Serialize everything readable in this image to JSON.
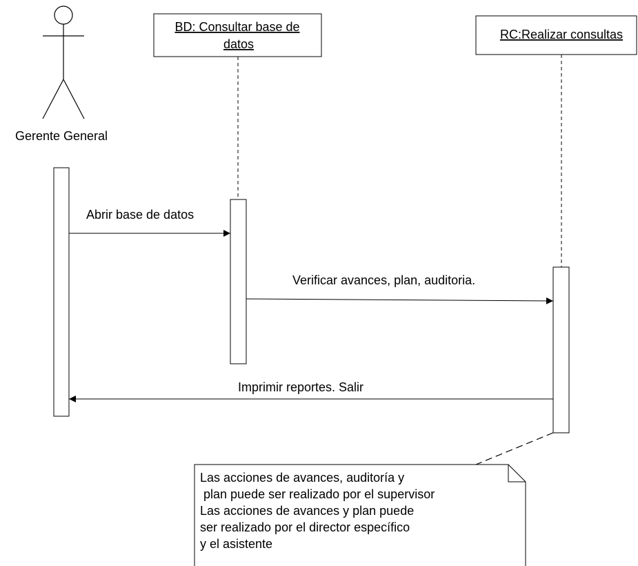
{
  "actor": {
    "name": "Gerente General"
  },
  "objects": [
    {
      "label_line1": "BD: Consultar base de",
      "label_line2": "datos"
    },
    {
      "label": "RC:Realizar consultas"
    }
  ],
  "messages": [
    {
      "label": "Abrir base de datos"
    },
    {
      "label": "Verificar avances, plan, auditoria."
    },
    {
      "label": "Imprimir reportes. Salir"
    }
  ],
  "note": {
    "lines": [
      "Las acciones de avances, auditoría y",
      " plan puede ser realizado por el supervisor",
      "Las acciones de avances y plan puede",
      "ser realizado por el director específico",
      "y el asistente"
    ]
  }
}
